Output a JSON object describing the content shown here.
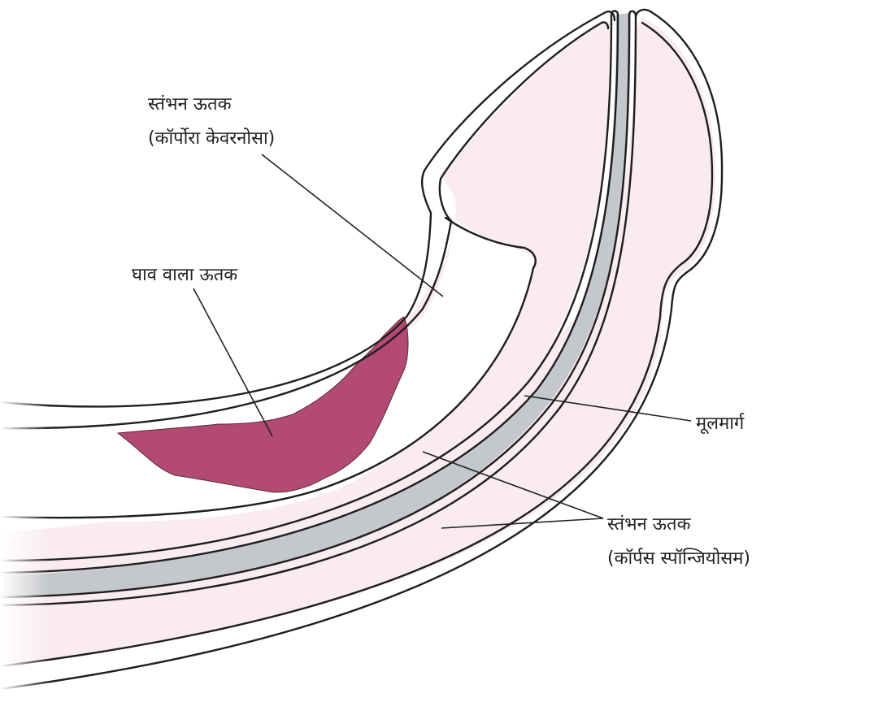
{
  "labels": {
    "cavernosa_line1": "स्तंभन ऊतक",
    "cavernosa_line2": "(कॉर्पोरा केवरनोसा)",
    "scar": "घाव वाला ऊतक",
    "urethra": "मूलमार्ग",
    "spongiosum_line1": "स्तंभन ऊतक",
    "spongiosum_line2": "(कॉर्पस स्पॉन्जियोसम)"
  },
  "colors": {
    "tissue_pink": "#f9ebef",
    "scar_magenta": "#b24a72",
    "urethra_gray": "#c4c7cb",
    "outline": "#1e1e1e"
  }
}
